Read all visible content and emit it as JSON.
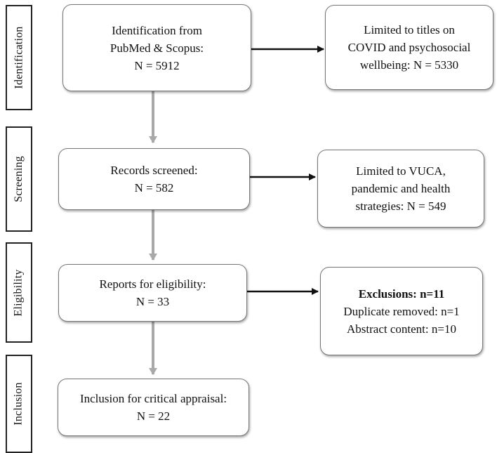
{
  "phases": {
    "identification": "Identification",
    "screening": "Screening",
    "eligibility": "Eligibility",
    "inclusion": "Inclusion"
  },
  "boxes": {
    "identification": {
      "line1": "Identification from",
      "line2": "PubMed & Scopus:",
      "line3": "N = 5912"
    },
    "limited_titles": {
      "line1": "Limited to titles on",
      "line2": "COVID and psychosocial",
      "line3": "wellbeing: N = 5330"
    },
    "screened": {
      "line1": "Records screened:",
      "line2": "N = 582"
    },
    "limited_vuca": {
      "line1": "Limited to VUCA,",
      "line2": "pandemic and health",
      "line3": "strategies: N = 549"
    },
    "eligibility": {
      "line1": "Reports for eligibility:",
      "line2": "N = 33"
    },
    "exclusions": {
      "title": "Exclusions: n=11",
      "line1": "Duplicate removed: n=1",
      "line2": "Abstract content: n=10"
    },
    "inclusion": {
      "line1": "Inclusion for critical appraisal:",
      "line2": "N = 22"
    }
  },
  "colors": {
    "down_arrow": "#a9a9a9",
    "right_arrow": "#111111",
    "box_border": "#777777",
    "phase_border": "#222222"
  }
}
